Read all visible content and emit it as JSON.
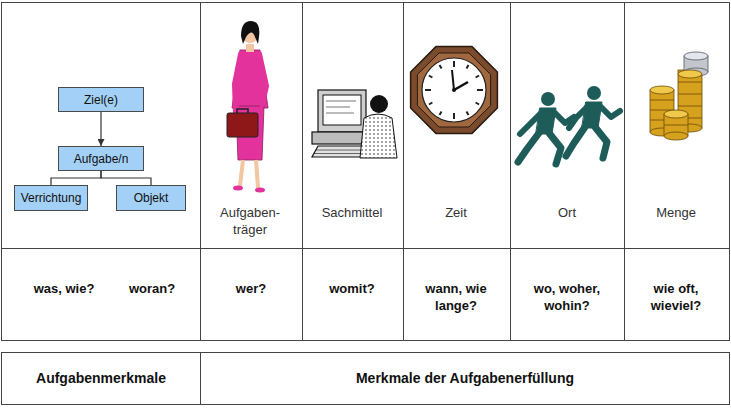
{
  "diagram": {
    "nodes": [
      {
        "text": [
          "Ziel(e)"
        ]
      },
      {
        "text": [
          "Aufgabe/n"
        ]
      },
      {
        "text": [
          "Verrichtung"
        ]
      },
      {
        "text": [
          "Objekt"
        ]
      }
    ],
    "edges": [
      {
        "from": 0,
        "to": 1,
        "arrow": "to"
      },
      {
        "from": 1,
        "to": 2,
        "arrow": "none"
      },
      {
        "from": 1,
        "to": 3,
        "arrow": "none"
      }
    ],
    "labels": [
      "Aufgaben- träger",
      "Sachmittel",
      "Zeit",
      "Ort",
      "Menge",
      "was, wie?",
      "woran?",
      "wer?",
      "womit?",
      "wann, wie lange?",
      "wo, woher, wohin?",
      "wie oft, wieviel?",
      "Aufgabenmerkmale",
      "Merkmale der Aufgabenerfüllung"
    ]
  }
}
